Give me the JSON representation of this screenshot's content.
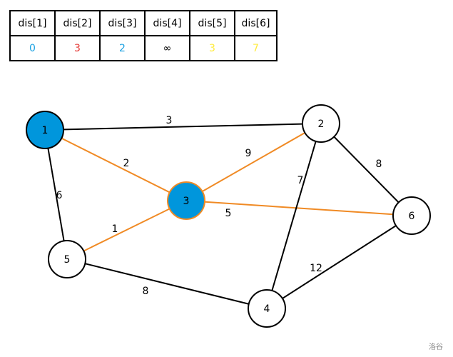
{
  "table": {
    "headers": [
      "dis[1]",
      "dis[2]",
      "dis[3]",
      "dis[4]",
      "dis[5]",
      "dis[6]"
    ],
    "values": [
      {
        "text": "0",
        "color": "#1ba1e2"
      },
      {
        "text": "3",
        "color": "#e53935"
      },
      {
        "text": "2",
        "color": "#1ba1e2"
      },
      {
        "text": "∞",
        "color": "#000000"
      },
      {
        "text": "3",
        "color": "#ffeb3b"
      },
      {
        "text": "7",
        "color": "#ffeb3b"
      }
    ]
  },
  "graph": {
    "nodes": [
      {
        "id": "1",
        "label": "1",
        "fill": "#0096dc"
      },
      {
        "id": "2",
        "label": "2",
        "fill": "#ffffff"
      },
      {
        "id": "3",
        "label": "3",
        "fill": "#0096dc"
      },
      {
        "id": "4",
        "label": "4",
        "fill": "#ffffff"
      },
      {
        "id": "5",
        "label": "5",
        "fill": "#ffffff"
      },
      {
        "id": "6",
        "label": "6",
        "fill": "#ffffff"
      }
    ],
    "edges": [
      {
        "from": "1",
        "to": "2",
        "weight": "3",
        "color": "#000000"
      },
      {
        "from": "1",
        "to": "3",
        "weight": "2",
        "color": "#f08a24"
      },
      {
        "from": "1",
        "to": "5",
        "weight": "6",
        "color": "#000000"
      },
      {
        "from": "3",
        "to": "2",
        "weight": "9",
        "color": "#f08a24"
      },
      {
        "from": "3",
        "to": "6",
        "weight": "5",
        "color": "#f08a24"
      },
      {
        "from": "3",
        "to": "5",
        "weight": "1",
        "color": "#f08a24"
      },
      {
        "from": "2",
        "to": "6",
        "weight": "8",
        "color": "#000000"
      },
      {
        "from": "2",
        "to": "4",
        "weight": "7",
        "color": "#000000"
      },
      {
        "from": "5",
        "to": "4",
        "weight": "8",
        "color": "#000000"
      },
      {
        "from": "4",
        "to": "6",
        "weight": "12",
        "color": "#000000"
      }
    ]
  },
  "watermark": "洛谷"
}
